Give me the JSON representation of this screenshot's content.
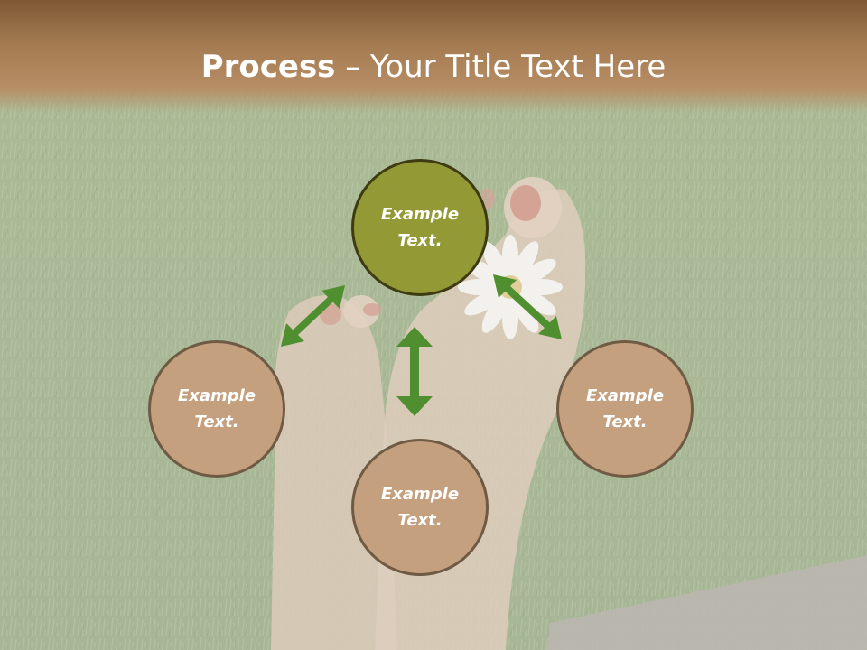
{
  "slide": {
    "title_bold": "Process",
    "title_rest": " – Your Title Text Here"
  },
  "nodes": [
    {
      "id": "top",
      "line1": "Example",
      "line2": "Text."
    },
    {
      "id": "left",
      "line1": "Example",
      "line2": "Text."
    },
    {
      "id": "bottom",
      "line1": "Example",
      "line2": "Text."
    },
    {
      "id": "right",
      "line1": "Example",
      "line2": "Text."
    }
  ],
  "colors": {
    "header": "#a57b52",
    "top_node_fill": "#939a35",
    "node_fill": "#c4a07e",
    "arrow": "#4f8f2f",
    "grass": "#8aa06c"
  }
}
